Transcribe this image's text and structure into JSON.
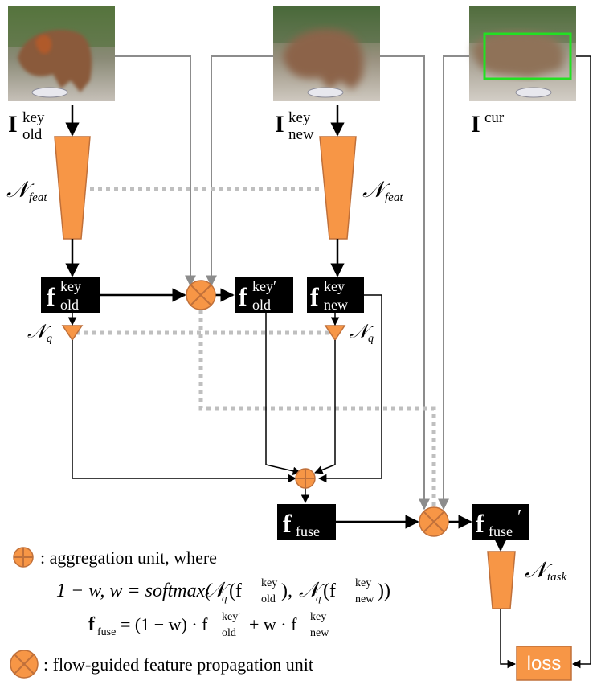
{
  "frames": {
    "old": {
      "label_main": "I",
      "label_sup": "key",
      "label_sub": "old"
    },
    "new": {
      "label_main": "I",
      "label_sup": "key",
      "label_sub": "new"
    },
    "cur": {
      "label_main": "I",
      "label_sup": "cur"
    }
  },
  "networks": {
    "feat_main": "𝒩",
    "feat_sub": "feat",
    "q_main": "𝒩",
    "q_sub": "q",
    "task_main": "𝒩",
    "task_sub": "task"
  },
  "features": {
    "f_old": {
      "main": "f",
      "sup": "key",
      "sub": "old"
    },
    "f_old_p": {
      "main": "f",
      "sup": "key′",
      "sub": "old"
    },
    "f_new": {
      "main": "f",
      "sup": "key",
      "sub": "new"
    },
    "f_fuse": {
      "main": "f",
      "sub": "fuse"
    },
    "f_fuse_p": {
      "main": "f",
      "sub": "fuse",
      "prime": "′"
    }
  },
  "loss_label": "loss",
  "legend": {
    "aggregation": ": aggregation unit, where",
    "eq1_lhs": "1 − w, w = softmax(",
    "eq1_mid": "(f",
    "eq1_sep": "), ",
    "eq1_end": "))",
    "eq2_lhs": " = (1 − w) · f",
    "eq2_mid": " + w · f",
    "propagation": ": flow-guided feature propagation unit"
  },
  "colors": {
    "orange": "#F79646",
    "orange_stroke": "#C0703A",
    "green_box": "#22E022",
    "gray_line": "#8C8C8C",
    "dotted": "#BFBFBF"
  }
}
